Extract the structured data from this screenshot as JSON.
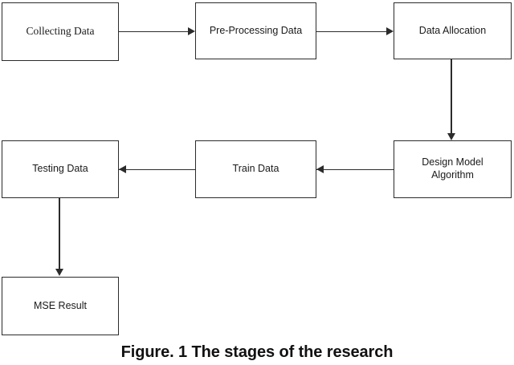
{
  "figure": {
    "caption": "Figure. 1 The stages of the research",
    "background_color": "#ffffff",
    "stroke_color": "#2b2b2b",
    "text_color": "#1a1a1a"
  },
  "nodes": [
    {
      "id": "collecting-data",
      "label": "Collecting Data",
      "row": 1,
      "column": 1
    },
    {
      "id": "pre-processing",
      "label": "Pre-Processing Data",
      "row": 1,
      "column": 2
    },
    {
      "id": "data-allocation",
      "label": "Data Allocation",
      "row": 1,
      "column": 3
    },
    {
      "id": "testing-data",
      "label": "Testing Data",
      "row": 2,
      "column": 1
    },
    {
      "id": "train-data",
      "label": "Train Data",
      "row": 2,
      "column": 2
    },
    {
      "id": "design-model",
      "label": "Design Model\nAlgorithm",
      "row": 2,
      "column": 3
    },
    {
      "id": "mse-result",
      "label": "MSE Result",
      "row": 3,
      "column": 1
    }
  ],
  "edges": [
    {
      "id": "collecting-to-preprocessing",
      "from": "collecting-data",
      "to": "pre-processing",
      "direction": "right"
    },
    {
      "id": "preprocessing-to-allocation",
      "from": "pre-processing",
      "to": "data-allocation",
      "direction": "right"
    },
    {
      "id": "allocation-to-design",
      "from": "data-allocation",
      "to": "design-model",
      "direction": "down"
    },
    {
      "id": "design-to-train",
      "from": "design-model",
      "to": "train-data",
      "direction": "left"
    },
    {
      "id": "train-to-testing",
      "from": "train-data",
      "to": "testing-data",
      "direction": "left"
    },
    {
      "id": "testing-to-mse",
      "from": "testing-data",
      "to": "mse-result",
      "direction": "down"
    }
  ]
}
